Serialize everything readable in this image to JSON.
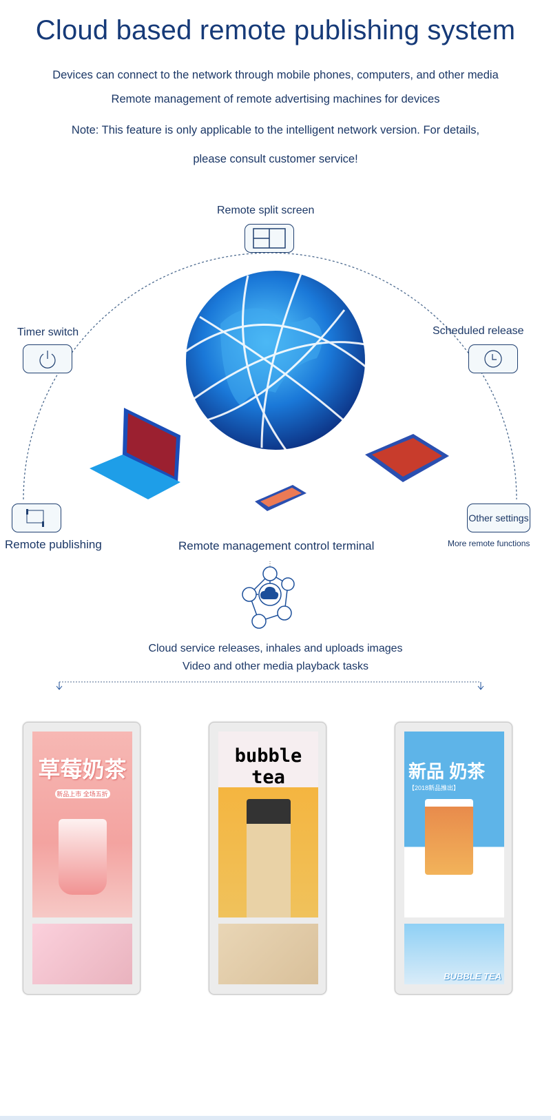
{
  "title": "Cloud based remote publishing system",
  "intro": [
    "Devices can connect to the network through mobile phones, computers, and other media",
    "Remote management of remote advertising machines for devices",
    "Note: This feature is only applicable to the intelligent network version. For details,",
    "please consult customer service!"
  ],
  "features": {
    "split_screen": "Remote split screen",
    "timer_switch": "Timer switch",
    "scheduled_release": "Scheduled release",
    "remote_publishing": "Remote publishing",
    "other_settings": "Other settings",
    "more_functions": "More remote functions"
  },
  "terminal_label": "Remote management control terminal",
  "cloud_text": [
    "Cloud service releases, inhales and uploads images",
    "Video and other media playback tasks"
  ],
  "posters": {
    "p1_title": "草莓奶茶",
    "p1_sub": "新品上市 全场五折",
    "p2_title": "bubble tea",
    "p3_title": "新品 奶茶",
    "p3_sub": "【2018新品推出】",
    "p3_bottom": "BUBBLE TEA"
  },
  "colors": {
    "navy": "#163a78",
    "text": "#1b3766",
    "globe": "#1e6fd0"
  }
}
